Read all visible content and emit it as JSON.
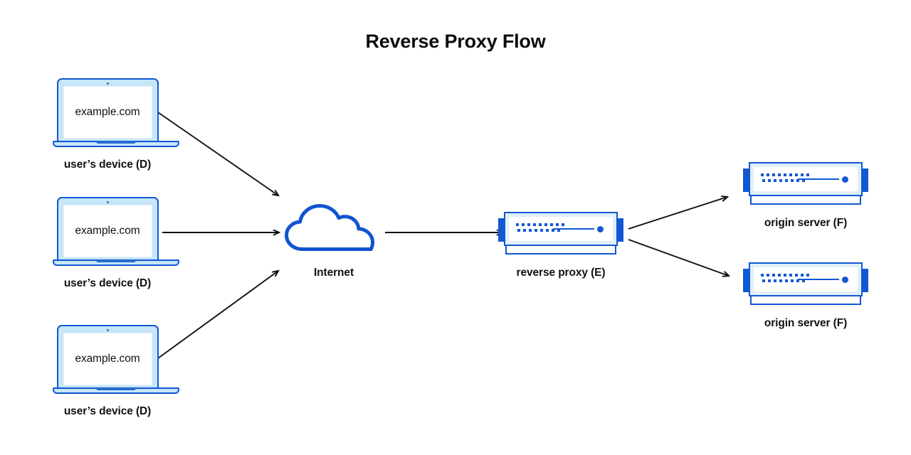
{
  "title": "Reverse Proxy Flow",
  "colors": {
    "brand_blue": "#1258d3",
    "light_blue": "#c7e6f7",
    "pale_blue": "#dff0f8",
    "arrow_black": "#111111",
    "background": "#ffffff"
  },
  "nodes": {
    "devices": [
      {
        "screen_text": "example.com",
        "label": "user’s device (D)"
      },
      {
        "screen_text": "example.com",
        "label": "user’s device (D)"
      },
      {
        "screen_text": "example.com",
        "label": "user’s device (D)"
      }
    ],
    "cloud": {
      "label": "Internet",
      "icon": "cloud-icon"
    },
    "proxy": {
      "label": "reverse proxy (E)",
      "icon": "server-icon"
    },
    "origins": [
      {
        "label": "origin server (F)",
        "icon": "server-icon"
      },
      {
        "label": "origin server (F)",
        "icon": "server-icon"
      }
    ]
  },
  "arrows": [
    {
      "name": "device-1-to-internet",
      "from": "user’s device (D)",
      "to": "Internet"
    },
    {
      "name": "device-2-to-internet",
      "from": "user’s device (D)",
      "to": "Internet"
    },
    {
      "name": "device-3-to-internet",
      "from": "user’s device (D)",
      "to": "Internet"
    },
    {
      "name": "internet-to-reverse-proxy",
      "from": "Internet",
      "to": "reverse proxy (E)"
    },
    {
      "name": "reverse-proxy-to-origin-1",
      "from": "reverse proxy (E)",
      "to": "origin server (F)"
    },
    {
      "name": "reverse-proxy-to-origin-2",
      "from": "reverse proxy (E)",
      "to": "origin server (F)"
    }
  ]
}
